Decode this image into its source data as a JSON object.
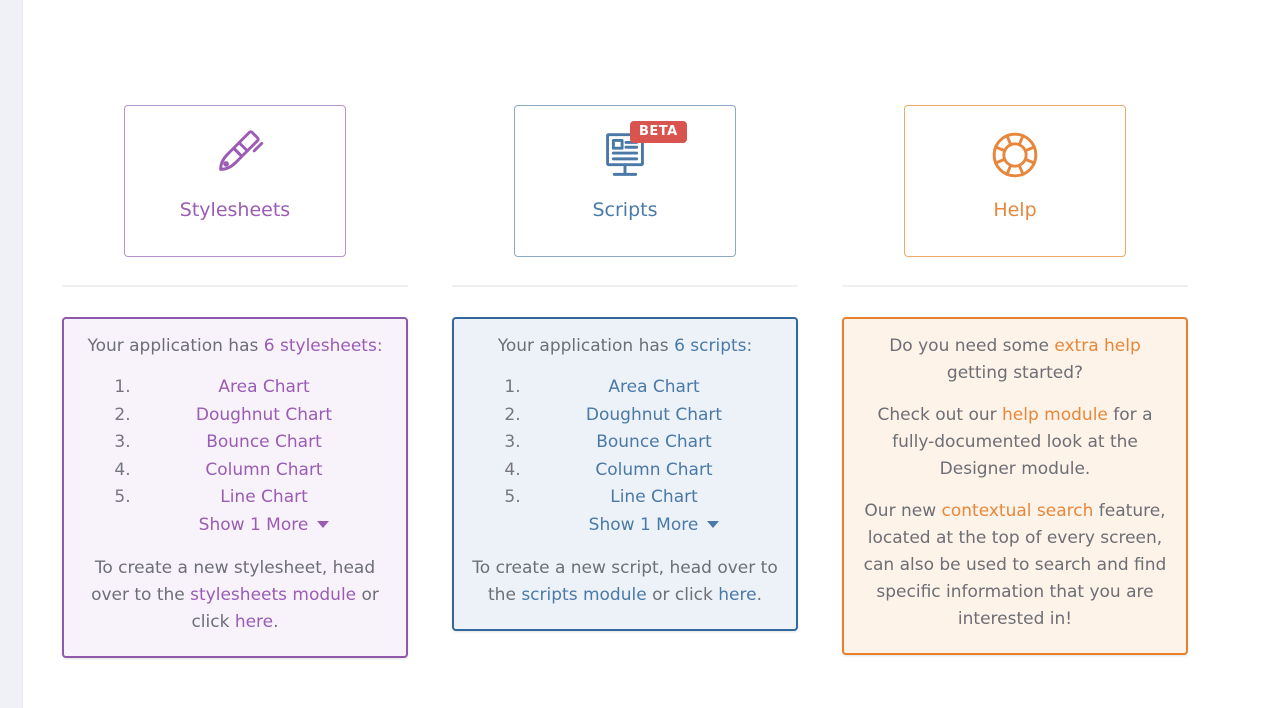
{
  "page": {
    "left_strip_color": "#f0f1f6",
    "background": "#ffffff"
  },
  "colors": {
    "stylesheets_accent": "#9a5cb4",
    "scripts_accent": "#4a79a8",
    "help_accent": "#e8873b",
    "beta_badge": "#d9534f",
    "body_text": "#6d6e76"
  },
  "columns": [
    {
      "id": "stylesheets",
      "card": {
        "label": "Stylesheets",
        "icon": "paintbrush-icon"
      },
      "panel": {
        "intro_prefix": "Your application has ",
        "intro_link": "6 stylesheets:",
        "items": [
          "Area Chart",
          "Doughnut Chart",
          "Bounce Chart",
          "Column Chart",
          "Line Chart"
        ],
        "show_more": "Show 1 More",
        "footer_pre": "To create a new stylesheet, head over to the ",
        "footer_link1": "stylesheets module",
        "footer_mid": " or click ",
        "footer_link2": "here",
        "footer_post": "."
      }
    },
    {
      "id": "scripts",
      "badge": "BETA",
      "card": {
        "label": "Scripts",
        "icon": "monitor-document-icon"
      },
      "panel": {
        "intro_prefix": "Your application has ",
        "intro_link": "6 scripts:",
        "items": [
          "Area Chart",
          "Doughnut Chart",
          "Bounce Chart",
          "Column Chart",
          "Line Chart"
        ],
        "show_more": "Show 1 More",
        "footer_pre": "To create a new script, head over to the ",
        "footer_link1": "scripts module",
        "footer_mid": " or click ",
        "footer_link2": "here",
        "footer_post": "."
      }
    },
    {
      "id": "help",
      "card": {
        "label": "Help",
        "icon": "lifebuoy-icon"
      },
      "panel": {
        "p1_pre": "Do you need some ",
        "p1_link": "extra help",
        "p1_post": " getting started?",
        "p2_pre": "Check out our ",
        "p2_link": "help module",
        "p2_post": " for a fully-documented look at the Designer module.",
        "p3_pre": "Our new ",
        "p3_link": "contextual search",
        "p3_post": " feature, located at the top of every screen, can also be used to search and find specific information that you are interested in!"
      }
    }
  ]
}
